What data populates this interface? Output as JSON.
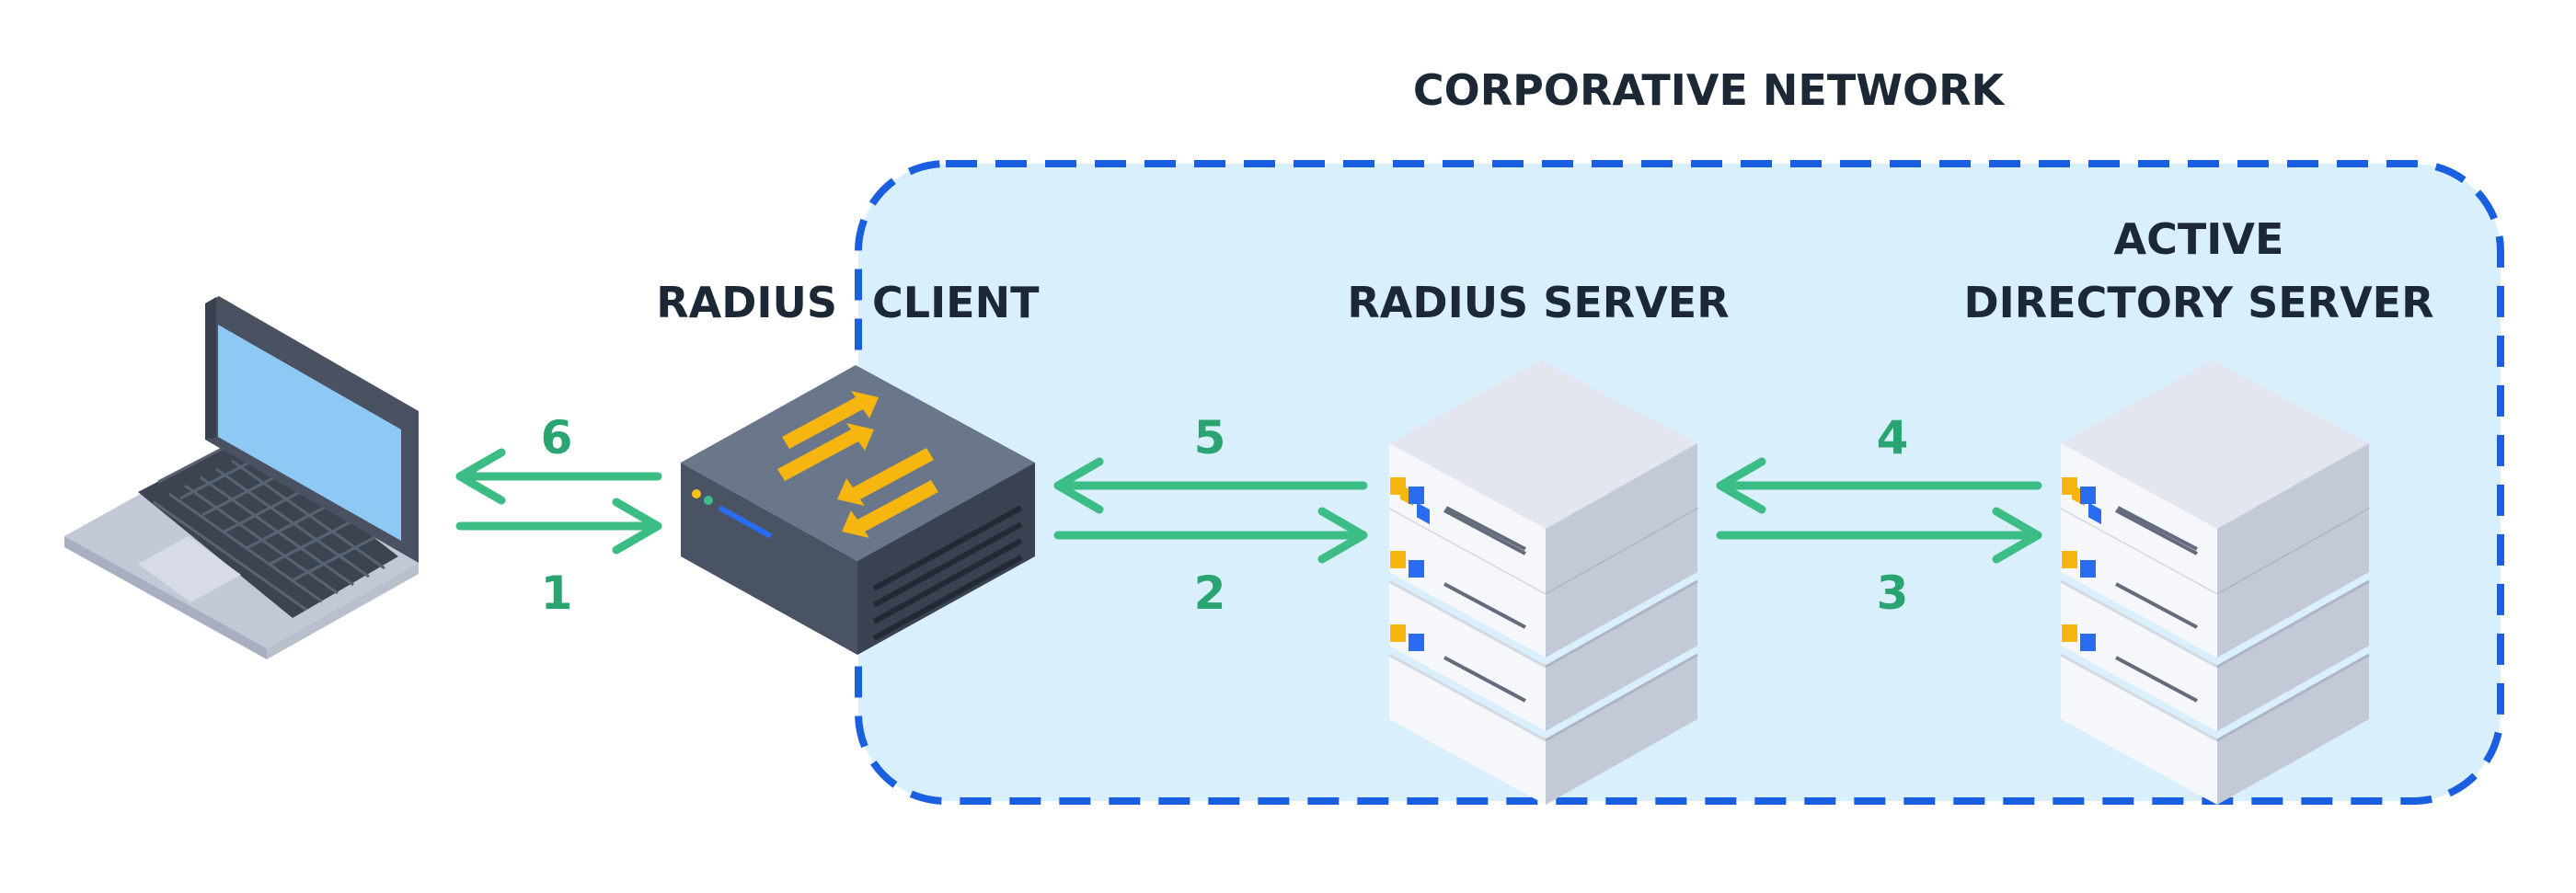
{
  "network": {
    "title": "CORPORATIVE NETWORK"
  },
  "nodes": {
    "client_label_left": "RADIUS",
    "client_label_right": "CLIENT",
    "radius_server_label": "RADIUS SERVER",
    "ad_server_label_line1": "ACTIVE",
    "ad_server_label_line2": "DIRECTORY SERVER"
  },
  "steps": {
    "s1": "1",
    "s2": "2",
    "s3": "3",
    "s4": "4",
    "s5": "5",
    "s6": "6"
  },
  "colors": {
    "network_fill": "#d9f0fc",
    "network_border": "#1a5fe0",
    "arrow": "#3dbd86",
    "step_number": "#2aa470",
    "label_text": "#1d2836",
    "switch_arrows": "#f7b50f"
  }
}
